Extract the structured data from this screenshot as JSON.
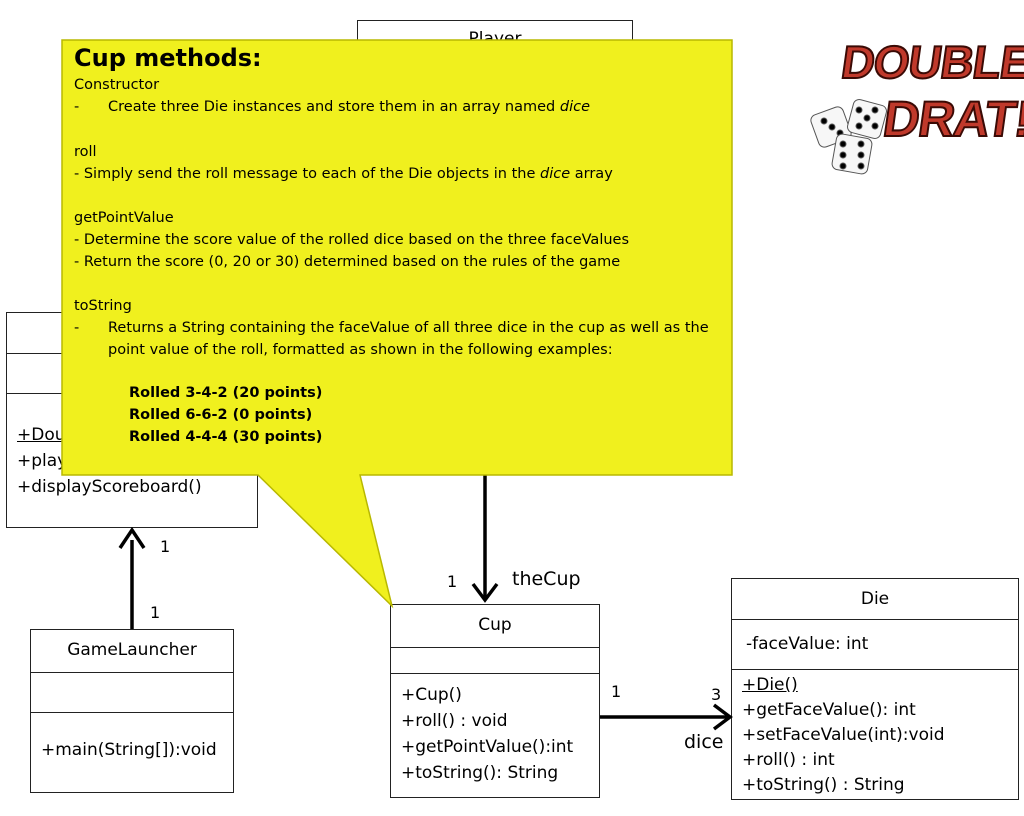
{
  "player_box": {
    "title": "Player"
  },
  "doubledrat_box": {
    "methods": [
      "+Dou",
      "+play",
      "+displayScoreboard()"
    ]
  },
  "gamelauncher_box": {
    "title": "GameLauncher",
    "methods": [
      "+main(String[]):void"
    ]
  },
  "cup_box": {
    "title": "Cup",
    "methods": [
      "+Cup()",
      "+roll() : void",
      "+getPointValue():int",
      "+toString(): String"
    ]
  },
  "die_box": {
    "title": "Die",
    "attributes": [
      "-faceValue: int"
    ],
    "methods": [
      "+Die()",
      "+getFaceValue(): int",
      "+setFaceValue(int):void",
      "+roll() : int",
      "+toString() : String"
    ]
  },
  "associations": {
    "launcher_mult_top": "1",
    "launcher_mult_bottom": "1",
    "player_cup_mult": "1",
    "player_cup_role": "theCup",
    "cup_die_mult_src": "1",
    "cup_die_mult_dst": "3",
    "cup_die_role": "dice"
  },
  "callout": {
    "heading": "Cup methods:",
    "constructor_title": "Constructor",
    "constructor_bullet_dash": "-",
    "constructor_bullet_pre": "Create three Die instances and store them in an array named ",
    "constructor_bullet_em": "dice",
    "roll_title": "roll",
    "roll_bullet_pre": "- Simply send the roll message to each of the Die objects in the ",
    "roll_bullet_em": "dice",
    "roll_bullet_post": " array",
    "gpv_title": "getPointValue",
    "gpv_bullet_1": "- Determine the score value of the rolled dice based on the three faceValues",
    "gpv_bullet_2": "- Return the score (0, 20 or 30) determined based on the rules of the game",
    "tostring_title": "toString",
    "tostring_dash": "-",
    "tostring_line_1": "Returns a String containing the faceValue of all three dice in the cup  as well as the",
    "tostring_line_2": "point value of the roll, formatted as shown in the following examples:",
    "examples": [
      "Rolled 3-4-2 (20 points)",
      "Rolled 6-6-2 (0 points)",
      "Rolled 4-4-4 (30 points)"
    ]
  },
  "logo": {
    "line1": "DOUBLE",
    "line2": "DRAT!"
  },
  "colors": {
    "callout_fill": "#F0F01E",
    "callout_border": "#B8B800",
    "logo_fill": "#C0392B"
  }
}
